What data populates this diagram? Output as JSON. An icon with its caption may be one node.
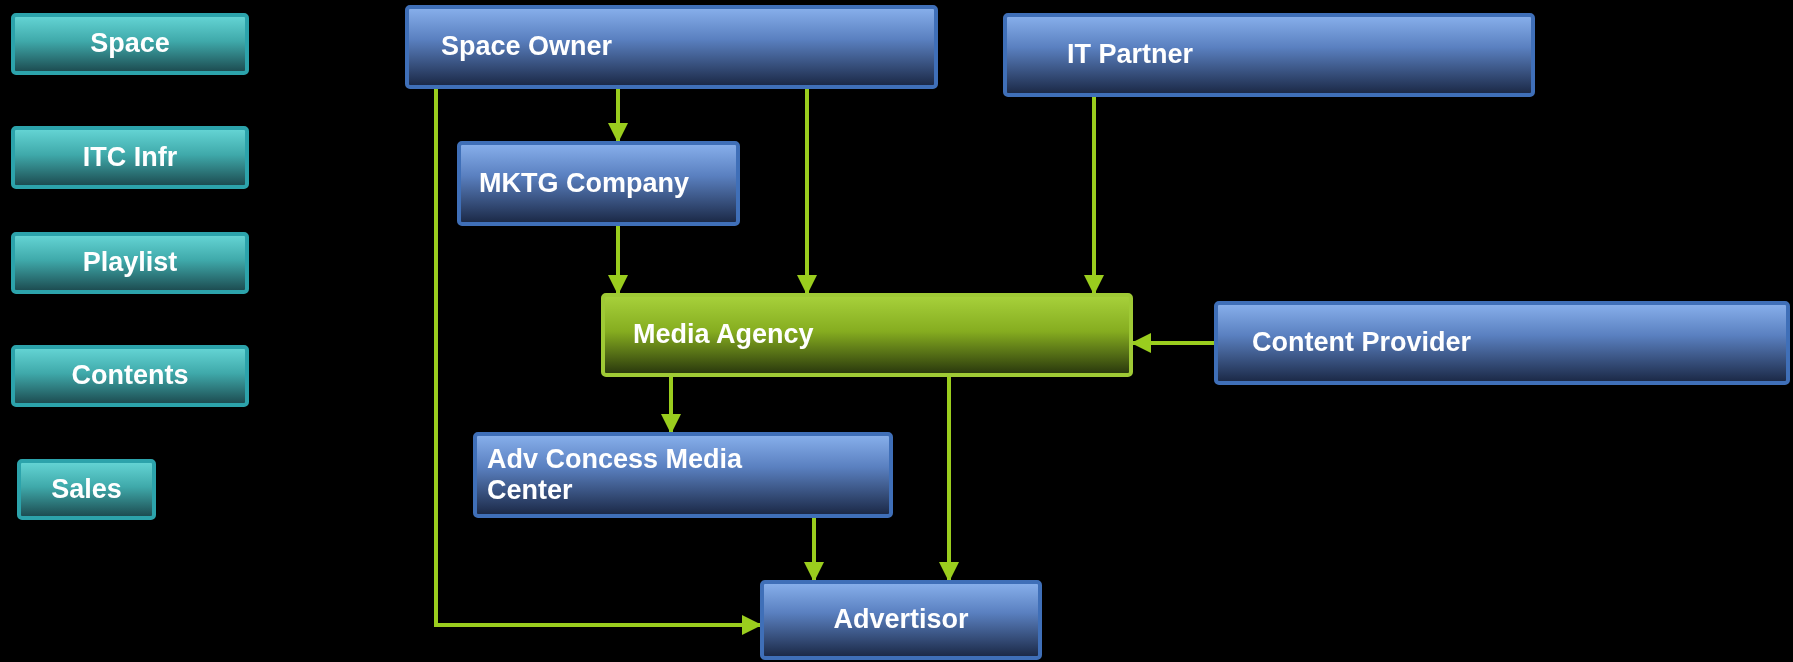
{
  "diagram": {
    "nodes": [
      {
        "text": [
          "Space"
        ]
      },
      {
        "text": [
          "ITC Infr"
        ]
      },
      {
        "text": [
          "Playlist"
        ]
      },
      {
        "text": [
          "Contents"
        ]
      },
      {
        "text": [
          "Sales"
        ]
      },
      {
        "text": [
          "Space Owner"
        ]
      },
      {
        "text": [
          "IT Partner"
        ]
      },
      {
        "text": [
          "MKTG Company"
        ]
      },
      {
        "text": [
          "Media Agency"
        ]
      },
      {
        "text": [
          "Content Provider"
        ]
      },
      {
        "text": [
          "Adv Concess Media Center"
        ]
      },
      {
        "text": [
          "Advertisor"
        ]
      }
    ],
    "edges": [
      {
        "from": 5,
        "to": 7,
        "arrow": "to"
      },
      {
        "from": 5,
        "to": 8,
        "arrow": "to"
      },
      {
        "from": 5,
        "to": 11,
        "arrow": "to"
      },
      {
        "from": 6,
        "to": 8,
        "arrow": "to"
      },
      {
        "from": 7,
        "to": 8,
        "arrow": "to"
      },
      {
        "from": 9,
        "to": 8,
        "arrow": "to"
      },
      {
        "from": 8,
        "to": 10,
        "arrow": "to"
      },
      {
        "from": 8,
        "to": 11,
        "arrow": "to"
      },
      {
        "from": 10,
        "to": 11,
        "arrow": "to"
      }
    ]
  }
}
